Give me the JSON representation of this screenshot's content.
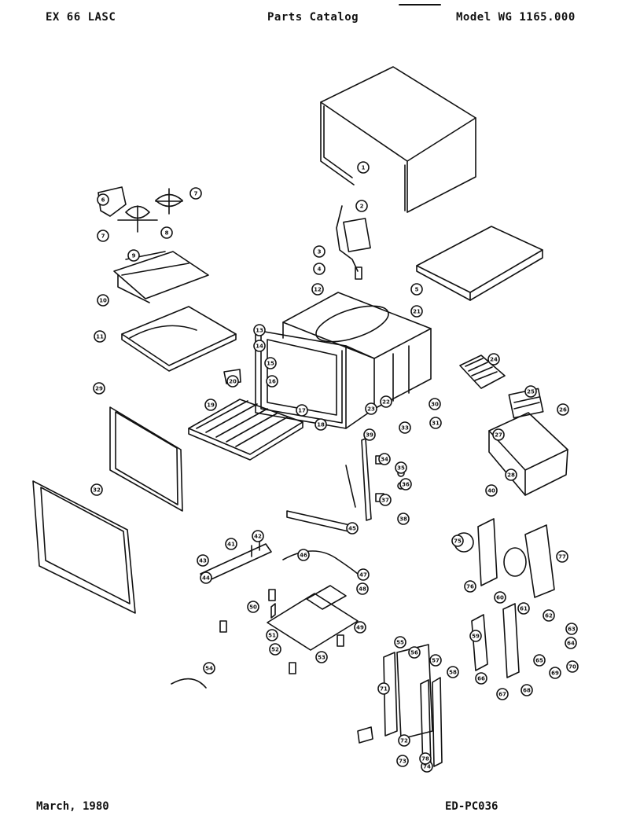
{
  "header": {
    "left": "EX 66 LASC",
    "center": "Parts Catalog",
    "right": "Model WG 1165.000"
  },
  "footer": {
    "left": "March, 1980",
    "right": "ED-PC036"
  },
  "callouts": [
    {
      "n": "1"
    },
    {
      "n": "2"
    },
    {
      "n": "3"
    },
    {
      "n": "4"
    },
    {
      "n": "5"
    },
    {
      "n": "6"
    },
    {
      "n": "7"
    },
    {
      "n": "7"
    },
    {
      "n": "8"
    },
    {
      "n": "9"
    },
    {
      "n": "10"
    },
    {
      "n": "11"
    },
    {
      "n": "12"
    },
    {
      "n": "13"
    },
    {
      "n": "14"
    },
    {
      "n": "15"
    },
    {
      "n": "16"
    },
    {
      "n": "17"
    },
    {
      "n": "18"
    },
    {
      "n": "19"
    },
    {
      "n": "20"
    },
    {
      "n": "21"
    },
    {
      "n": "22"
    },
    {
      "n": "23"
    },
    {
      "n": "24"
    },
    {
      "n": "25"
    },
    {
      "n": "26"
    },
    {
      "n": "27"
    },
    {
      "n": "28"
    },
    {
      "n": "29"
    },
    {
      "n": "30"
    },
    {
      "n": "31"
    },
    {
      "n": "32"
    },
    {
      "n": "33"
    },
    {
      "n": "34"
    },
    {
      "n": "35"
    },
    {
      "n": "36"
    },
    {
      "n": "37"
    },
    {
      "n": "38"
    },
    {
      "n": "39"
    },
    {
      "n": "40"
    },
    {
      "n": "41"
    },
    {
      "n": "42"
    },
    {
      "n": "43"
    },
    {
      "n": "44"
    },
    {
      "n": "45"
    },
    {
      "n": "46"
    },
    {
      "n": "47"
    },
    {
      "n": "48"
    },
    {
      "n": "49"
    },
    {
      "n": "50"
    },
    {
      "n": "51"
    },
    {
      "n": "52"
    },
    {
      "n": "53"
    },
    {
      "n": "54"
    },
    {
      "n": "55"
    },
    {
      "n": "56"
    },
    {
      "n": "57"
    },
    {
      "n": "58"
    },
    {
      "n": "59"
    },
    {
      "n": "60"
    },
    {
      "n": "61"
    },
    {
      "n": "62"
    },
    {
      "n": "63"
    },
    {
      "n": "64"
    },
    {
      "n": "65"
    },
    {
      "n": "66"
    },
    {
      "n": "67"
    },
    {
      "n": "68"
    },
    {
      "n": "69"
    },
    {
      "n": "70"
    },
    {
      "n": "71"
    },
    {
      "n": "72"
    },
    {
      "n": "73"
    },
    {
      "n": "74"
    },
    {
      "n": "75"
    },
    {
      "n": "76"
    },
    {
      "n": "77"
    },
    {
      "n": "78"
    }
  ]
}
